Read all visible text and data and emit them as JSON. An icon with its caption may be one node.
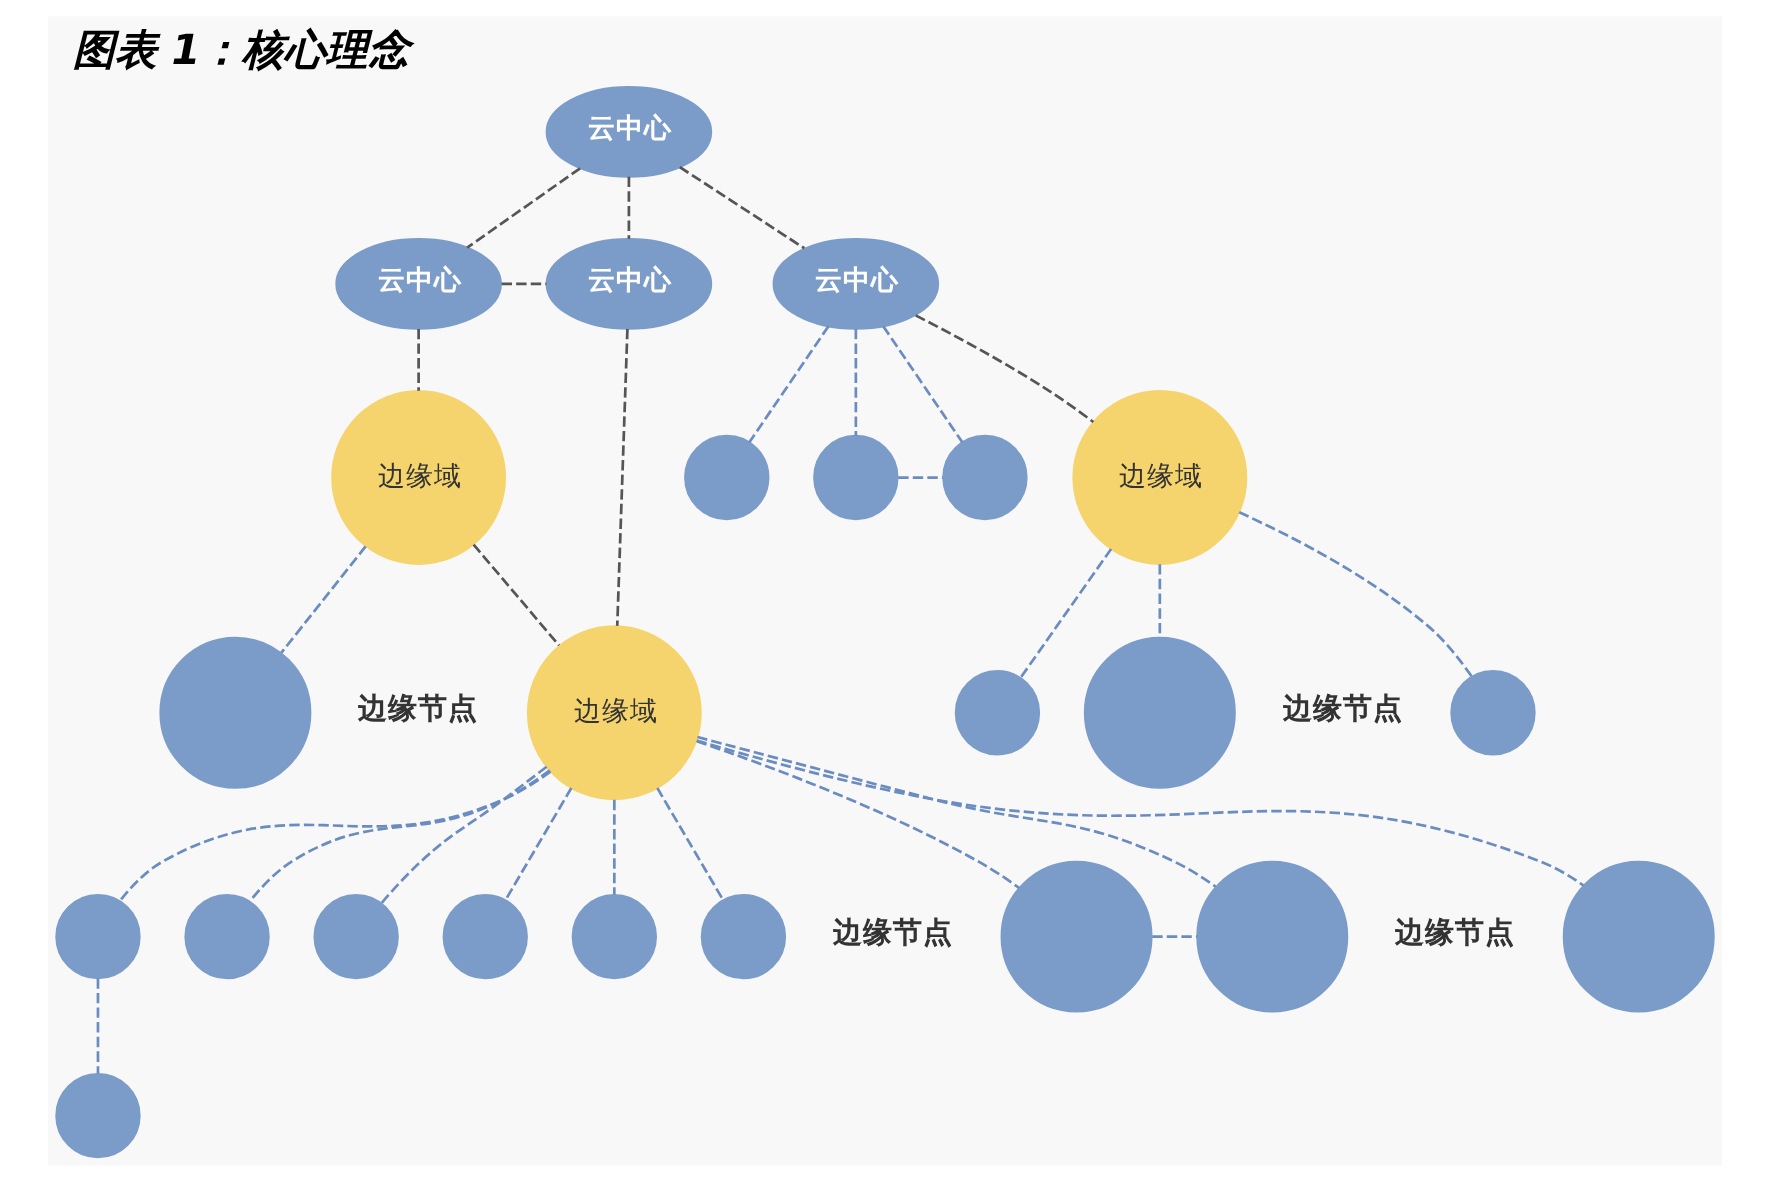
{
  "diagram": {
    "title": "图表 1：核心理念",
    "nodes": [
      {
        "text": [
          "云中心"
        ]
      },
      {
        "text": [
          "云中心"
        ]
      },
      {
        "text": [
          "云中心"
        ]
      },
      {
        "text": [
          "云中心"
        ]
      },
      {
        "text": [
          "边缘域"
        ]
      },
      {
        "text": [],
        "shape": "circle",
        "beside": [
          "边缘节点"
        ]
      },
      {
        "text": [],
        "shape": "circle"
      },
      {
        "text": [],
        "shape": "circle"
      },
      {
        "text": [],
        "shape": "circle"
      },
      {
        "text": [
          "边缘域"
        ]
      },
      {
        "text": [],
        "shape": "circle"
      },
      {
        "text": [],
        "shape": "circle",
        "beside": [
          "边缘节点"
        ]
      },
      {
        "text": [],
        "shape": "circle"
      },
      {
        "text": [
          "边缘域"
        ]
      },
      {
        "text": [],
        "shape": "circle"
      },
      {
        "text": [],
        "shape": "circle"
      },
      {
        "text": [],
        "shape": "circle"
      },
      {
        "text": [],
        "shape": "circle"
      },
      {
        "text": [],
        "shape": "circle"
      },
      {
        "text": [],
        "shape": "circle"
      },
      {
        "text": [],
        "shape": "circle",
        "beside": [
          "边缘节点"
        ]
      },
      {
        "text": [],
        "shape": "circle"
      },
      {
        "text": [],
        "shape": "circle",
        "beside": [
          "边缘节点"
        ]
      },
      {
        "text": [],
        "shape": "circle"
      }
    ],
    "edges": [
      {
        "from": 0,
        "to": 1,
        "arrow": "none",
        "style": "dashed",
        "color": "#555555"
      },
      {
        "from": 0,
        "to": 2,
        "arrow": "none",
        "style": "dashed",
        "color": "#555555"
      },
      {
        "from": 0,
        "to": 3,
        "arrow": "none",
        "style": "dashed",
        "color": "#555555"
      },
      {
        "from": 1,
        "to": 2,
        "arrow": "none",
        "style": "dashed",
        "color": "#555555"
      },
      {
        "from": 1,
        "to": 4,
        "arrow": "none",
        "style": "dashed",
        "color": "#555555"
      },
      {
        "from": 2,
        "to": 13,
        "arrow": "none",
        "style": "dashed",
        "color": "#555555"
      },
      {
        "from": 4,
        "to": 5,
        "arrow": "none",
        "style": "dashed"
      },
      {
        "from": 4,
        "to": 13,
        "arrow": "none",
        "style": "dashed",
        "color": "#555555"
      },
      {
        "from": 3,
        "to": 6,
        "arrow": "none",
        "style": "dashed"
      },
      {
        "from": 3,
        "to": 7,
        "arrow": "none",
        "style": "dashed"
      },
      {
        "from": 3,
        "to": 8,
        "arrow": "none",
        "style": "dashed"
      },
      {
        "from": 7,
        "to": 8,
        "arrow": "none",
        "style": "dashed"
      },
      {
        "from": 3,
        "to": 9,
        "arrow": "none",
        "style": "dashed",
        "color": "#555555"
      },
      {
        "from": 9,
        "to": 10,
        "arrow": "none",
        "style": "dashed"
      },
      {
        "from": 9,
        "to": 11,
        "arrow": "none",
        "style": "dashed"
      },
      {
        "from": 9,
        "to": 12,
        "arrow": "none",
        "style": "dashed"
      },
      {
        "from": 13,
        "to": 14,
        "arrow": "none",
        "style": "dashed"
      },
      {
        "from": 14,
        "to": 15,
        "arrow": "none",
        "style": "dashed"
      },
      {
        "from": 13,
        "to": 16,
        "arrow": "none",
        "style": "dashed"
      },
      {
        "from": 13,
        "to": 17,
        "arrow": "none",
        "style": "dashed"
      },
      {
        "from": 13,
        "to": 18,
        "arrow": "none",
        "style": "dashed"
      },
      {
        "from": 13,
        "to": 19,
        "arrow": "none",
        "style": "dashed"
      },
      {
        "from": 13,
        "to": 20,
        "arrow": "none",
        "style": "dashed"
      },
      {
        "from": 13,
        "to": 21,
        "arrow": "none",
        "style": "dashed"
      },
      {
        "from": 13,
        "to": 22,
        "arrow": "none",
        "style": "dashed"
      },
      {
        "from": 21,
        "to": 22,
        "arrow": "none",
        "style": "dashed"
      },
      {
        "from": 13,
        "to": 23,
        "arrow": "none",
        "style": "dashed"
      }
    ]
  }
}
